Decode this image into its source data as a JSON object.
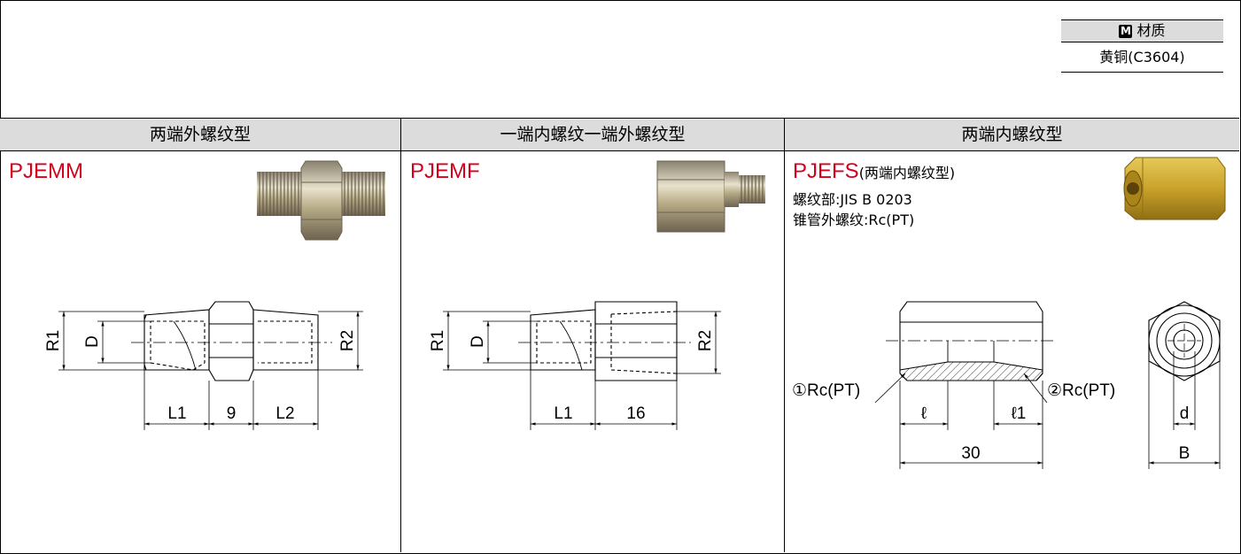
{
  "material": {
    "badge": "M",
    "label": "材质",
    "value": "黄铜(C3604)"
  },
  "columns": [
    {
      "header": "两端外螺纹型",
      "code": "PJEMM",
      "photo": "hex-nipple-photo"
    },
    {
      "header": "一端内螺纹一端外螺纹型",
      "code": "PJEMF",
      "photo": "reducer-adapter-photo"
    },
    {
      "header": "两端内螺纹型",
      "code": "PJEFS",
      "code_suffix": "(两端内螺纹型)",
      "notes": [
        "螺纹部:JIS B 0203",
        "锥管外螺纹:Rc(PT)"
      ],
      "photo": "hex-coupling-photo"
    }
  ],
  "dims": {
    "pjemm": {
      "r1": "R1",
      "d": "D",
      "r2": "R2",
      "l1": "L1",
      "mid": "9",
      "l2": "L2"
    },
    "pjemf": {
      "r1": "R1",
      "d": "D",
      "r2": "R2",
      "l1": "L1",
      "mid": "16"
    },
    "pjefs": {
      "rc1": "①Rc(PT)",
      "rc2": "②Rc(PT)",
      "l": "ℓ",
      "l1": "ℓ1",
      "total": "30",
      "d": "d",
      "b": "B"
    }
  },
  "colors": {
    "code": "#d5001c",
    "header_bg": "#dcdcdc",
    "brass": "#c9a22a"
  }
}
